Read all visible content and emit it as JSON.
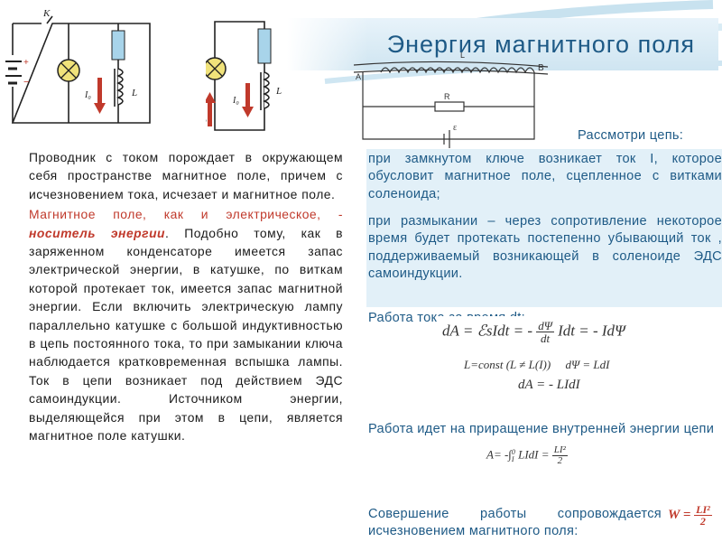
{
  "title": "Энергия магнитного поля",
  "circuit_labels": {
    "key": "K",
    "plus": "+",
    "minus": "−",
    "i0": "I₀",
    "l": "L"
  },
  "solenoid_labels": {
    "l": "L",
    "r": "R",
    "emf": "ε",
    "a": "A",
    "b": "B"
  },
  "left_text": {
    "p1": "Проводник с током порождает в окружающем себя пространстве магнитное поле, причем с исчезновением тока, исчезает и магнитное поле.",
    "p2_part1": "Магнитное поле",
    "p2_part2": ", как и электрическое, - ",
    "p2_emphasis": "носитель энергии",
    "p2_rest": ". Подобно тому, как в заряженном конденсаторе имеется запас электрической энергии, в катушке, по виткам которой протекает ток, имеется запас магнитной энергии. Если включить электрическую лампу параллельно катушке с большой индуктивностью в цепь постоянного тока, то при замыкании ключа наблюдается кратковременная вспышка лампы. Ток в цепи возникает под действием ЭДС самоиндукции. Источником энергии, выделяющейся при этом в цепи, является магнитное поле катушки."
  },
  "right_text": {
    "consider": "Рассмотри цепь:",
    "closed": "при замкнутом ключе возникает ток I, которое обусловит магнитное поле, сцепленное с витками соленоида;",
    "open": "при размыкании – через сопротивление некоторое время будет протекать постепенно убывающий ток , поддерживаемый возникающей в соленоиде ЭДС самоиндукции.",
    "work_per_time": "Работа тока за время dt:",
    "work_internal": "Работа идет на приращение внутренней энергии цепи",
    "work_done": "Совершение работы сопровождается исчезновением магнитного поля:"
  },
  "formulas": {
    "f1_left": "dA = ℰsIdt = -",
    "f1_num1": "dΨ",
    "f1_den1": "dt",
    "f1_mid": "Idt = - IdΨ",
    "f2": "L=const (L ≠ L(I))     dΨ = LdI",
    "f3": "dA = - LIdI",
    "f4_left": "A= -∫",
    "f4_lim_top": "0",
    "f4_lim_bot": "I",
    "f4_mid": "LIdI =",
    "f4_num": "LI²",
    "f4_den": "2",
    "f5_left": "W =",
    "f5_num": "LI²",
    "f5_den": "2"
  }
}
